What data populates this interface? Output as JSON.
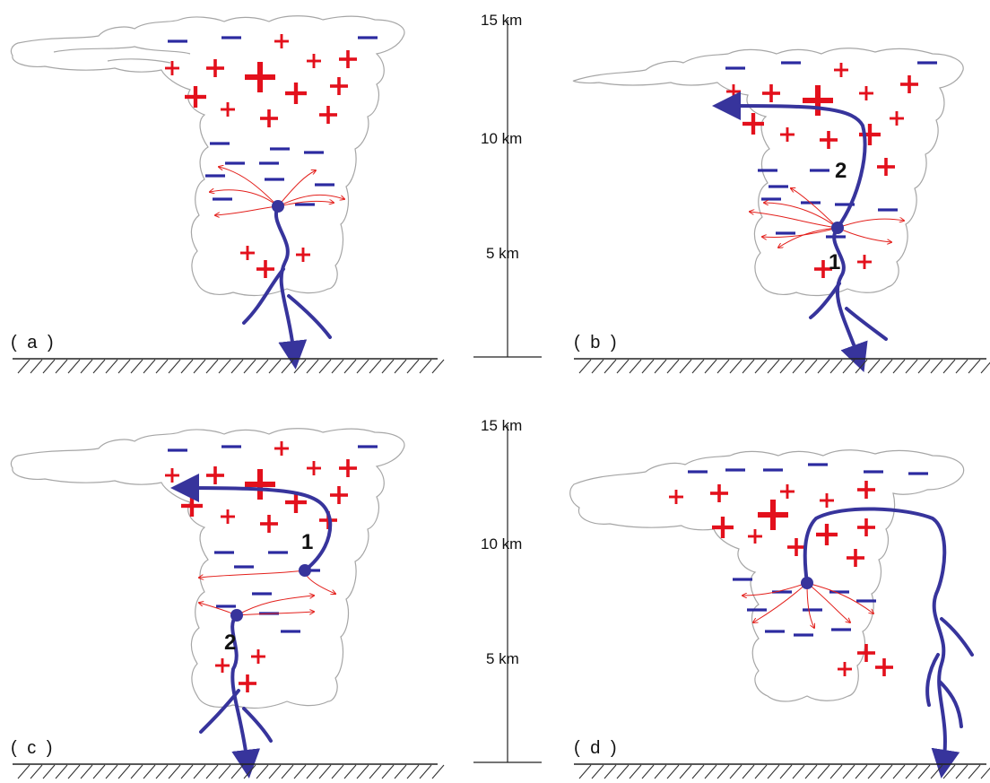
{
  "panels": [
    {
      "id": "a",
      "label": "( a )"
    },
    {
      "id": "b",
      "label": "( b )",
      "numbers": [
        "2",
        "1"
      ]
    },
    {
      "id": "c",
      "label": "( c )",
      "numbers": [
        "1",
        "2"
      ]
    },
    {
      "id": "d",
      "label": "( d )"
    }
  ],
  "height_scale": {
    "top": {
      "labels": [
        "15 km",
        "10 km",
        "5 km"
      ]
    },
    "bottom": {
      "labels": [
        "15 km",
        "10 km",
        "5 km"
      ]
    }
  },
  "colors": {
    "positive_charge": "#e3101c",
    "negative_charge": "#2b2aa0",
    "lightning_channel": "#37349c",
    "spark_branches": "#e3201c",
    "cloud_outline": "#a6a6a6"
  }
}
